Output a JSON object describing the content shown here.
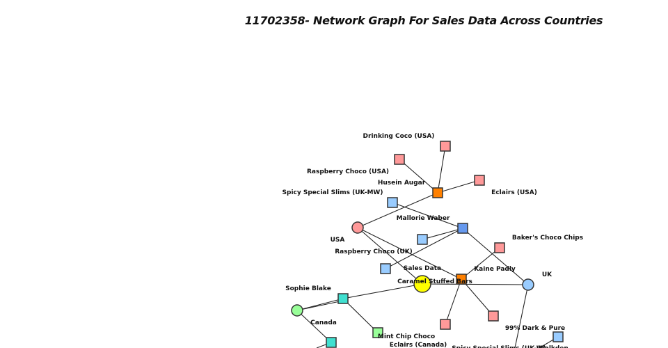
{
  "title": "11702358- Network Graph For Sales Data Across Countries",
  "colors": {
    "root": "#ffff00",
    "usa": "#ff9999",
    "uk": "#99ccff",
    "canada": "#99ff99",
    "usa_rep": "#ff8000",
    "uk_rep": "#6699ee",
    "canada_rep": "#40e0d0"
  },
  "nodes": [
    {
      "id": "sales",
      "label": "Sales Data",
      "shape": "circle",
      "color": "#ffff00"
    },
    {
      "id": "usa",
      "label": "USA",
      "shape": "circle",
      "color": "#ff9999"
    },
    {
      "id": "uk",
      "label": "UK",
      "shape": "circle",
      "color": "#99ccff"
    },
    {
      "id": "canada",
      "label": "Canada",
      "shape": "circle",
      "color": "#99ff99"
    },
    {
      "id": "husein",
      "label": "Husein Augar",
      "shape": "square",
      "color": "#ff8000"
    },
    {
      "id": "drink",
      "label": "Drinking Coco (USA)",
      "shape": "square",
      "color": "#ff9999"
    },
    {
      "id": "raspusa",
      "label": "Raspberry Choco (USA)",
      "shape": "square",
      "color": "#ff9999"
    },
    {
      "id": "eclusa",
      "label": "Eclairs (USA)",
      "shape": "square",
      "color": "#ff9999"
    },
    {
      "id": "spicymw",
      "label": "Spicy Special Slims (UK-MW)",
      "shape": "square",
      "color": "#99ccff"
    },
    {
      "id": "mallorie",
      "label": "Mallorie Waber",
      "shape": "square",
      "color": "#6699ee"
    },
    {
      "id": "bluesq",
      "label": "",
      "shape": "square",
      "color": "#99ccff"
    },
    {
      "id": "raspuk",
      "label": "Raspberry Choco (UK)",
      "shape": "square",
      "color": "#99ccff"
    },
    {
      "id": "kaine",
      "label": "Kaine Padly",
      "shape": "square",
      "color": "#ff8000"
    },
    {
      "id": "caramel",
      "label": "Caramel Stuffed Bars",
      "shape": "none",
      "color": ""
    },
    {
      "id": "baker",
      "label": "Baker's Choco Chips",
      "shape": "square",
      "color": "#ff9999"
    },
    {
      "id": "pink1",
      "label": "",
      "shape": "square",
      "color": "#ff9999"
    },
    {
      "id": "pink2",
      "label": "",
      "shape": "square",
      "color": "#ff9999"
    },
    {
      "id": "sophie",
      "label": "Sophie Blake",
      "shape": "square",
      "color": "#40e0d0"
    },
    {
      "id": "mint",
      "label": "Mint Chip Choco",
      "shape": "square",
      "color": "#99ff99"
    },
    {
      "id": "eclcan",
      "label": "Eclairs (Canada)",
      "shape": "none",
      "color": ""
    },
    {
      "id": "teal2",
      "label": "",
      "shape": "square",
      "color": "#40e0d0"
    },
    {
      "id": "dark",
      "label": "99% Dark & Pure",
      "shape": "square",
      "color": "#99ccff"
    },
    {
      "id": "spicyw",
      "label": "Spicy Special Slims (UK-W)",
      "shape": "none",
      "color": ""
    },
    {
      "id": "walkden",
      "label": "Walkden",
      "shape": "none",
      "color": ""
    }
  ]
}
